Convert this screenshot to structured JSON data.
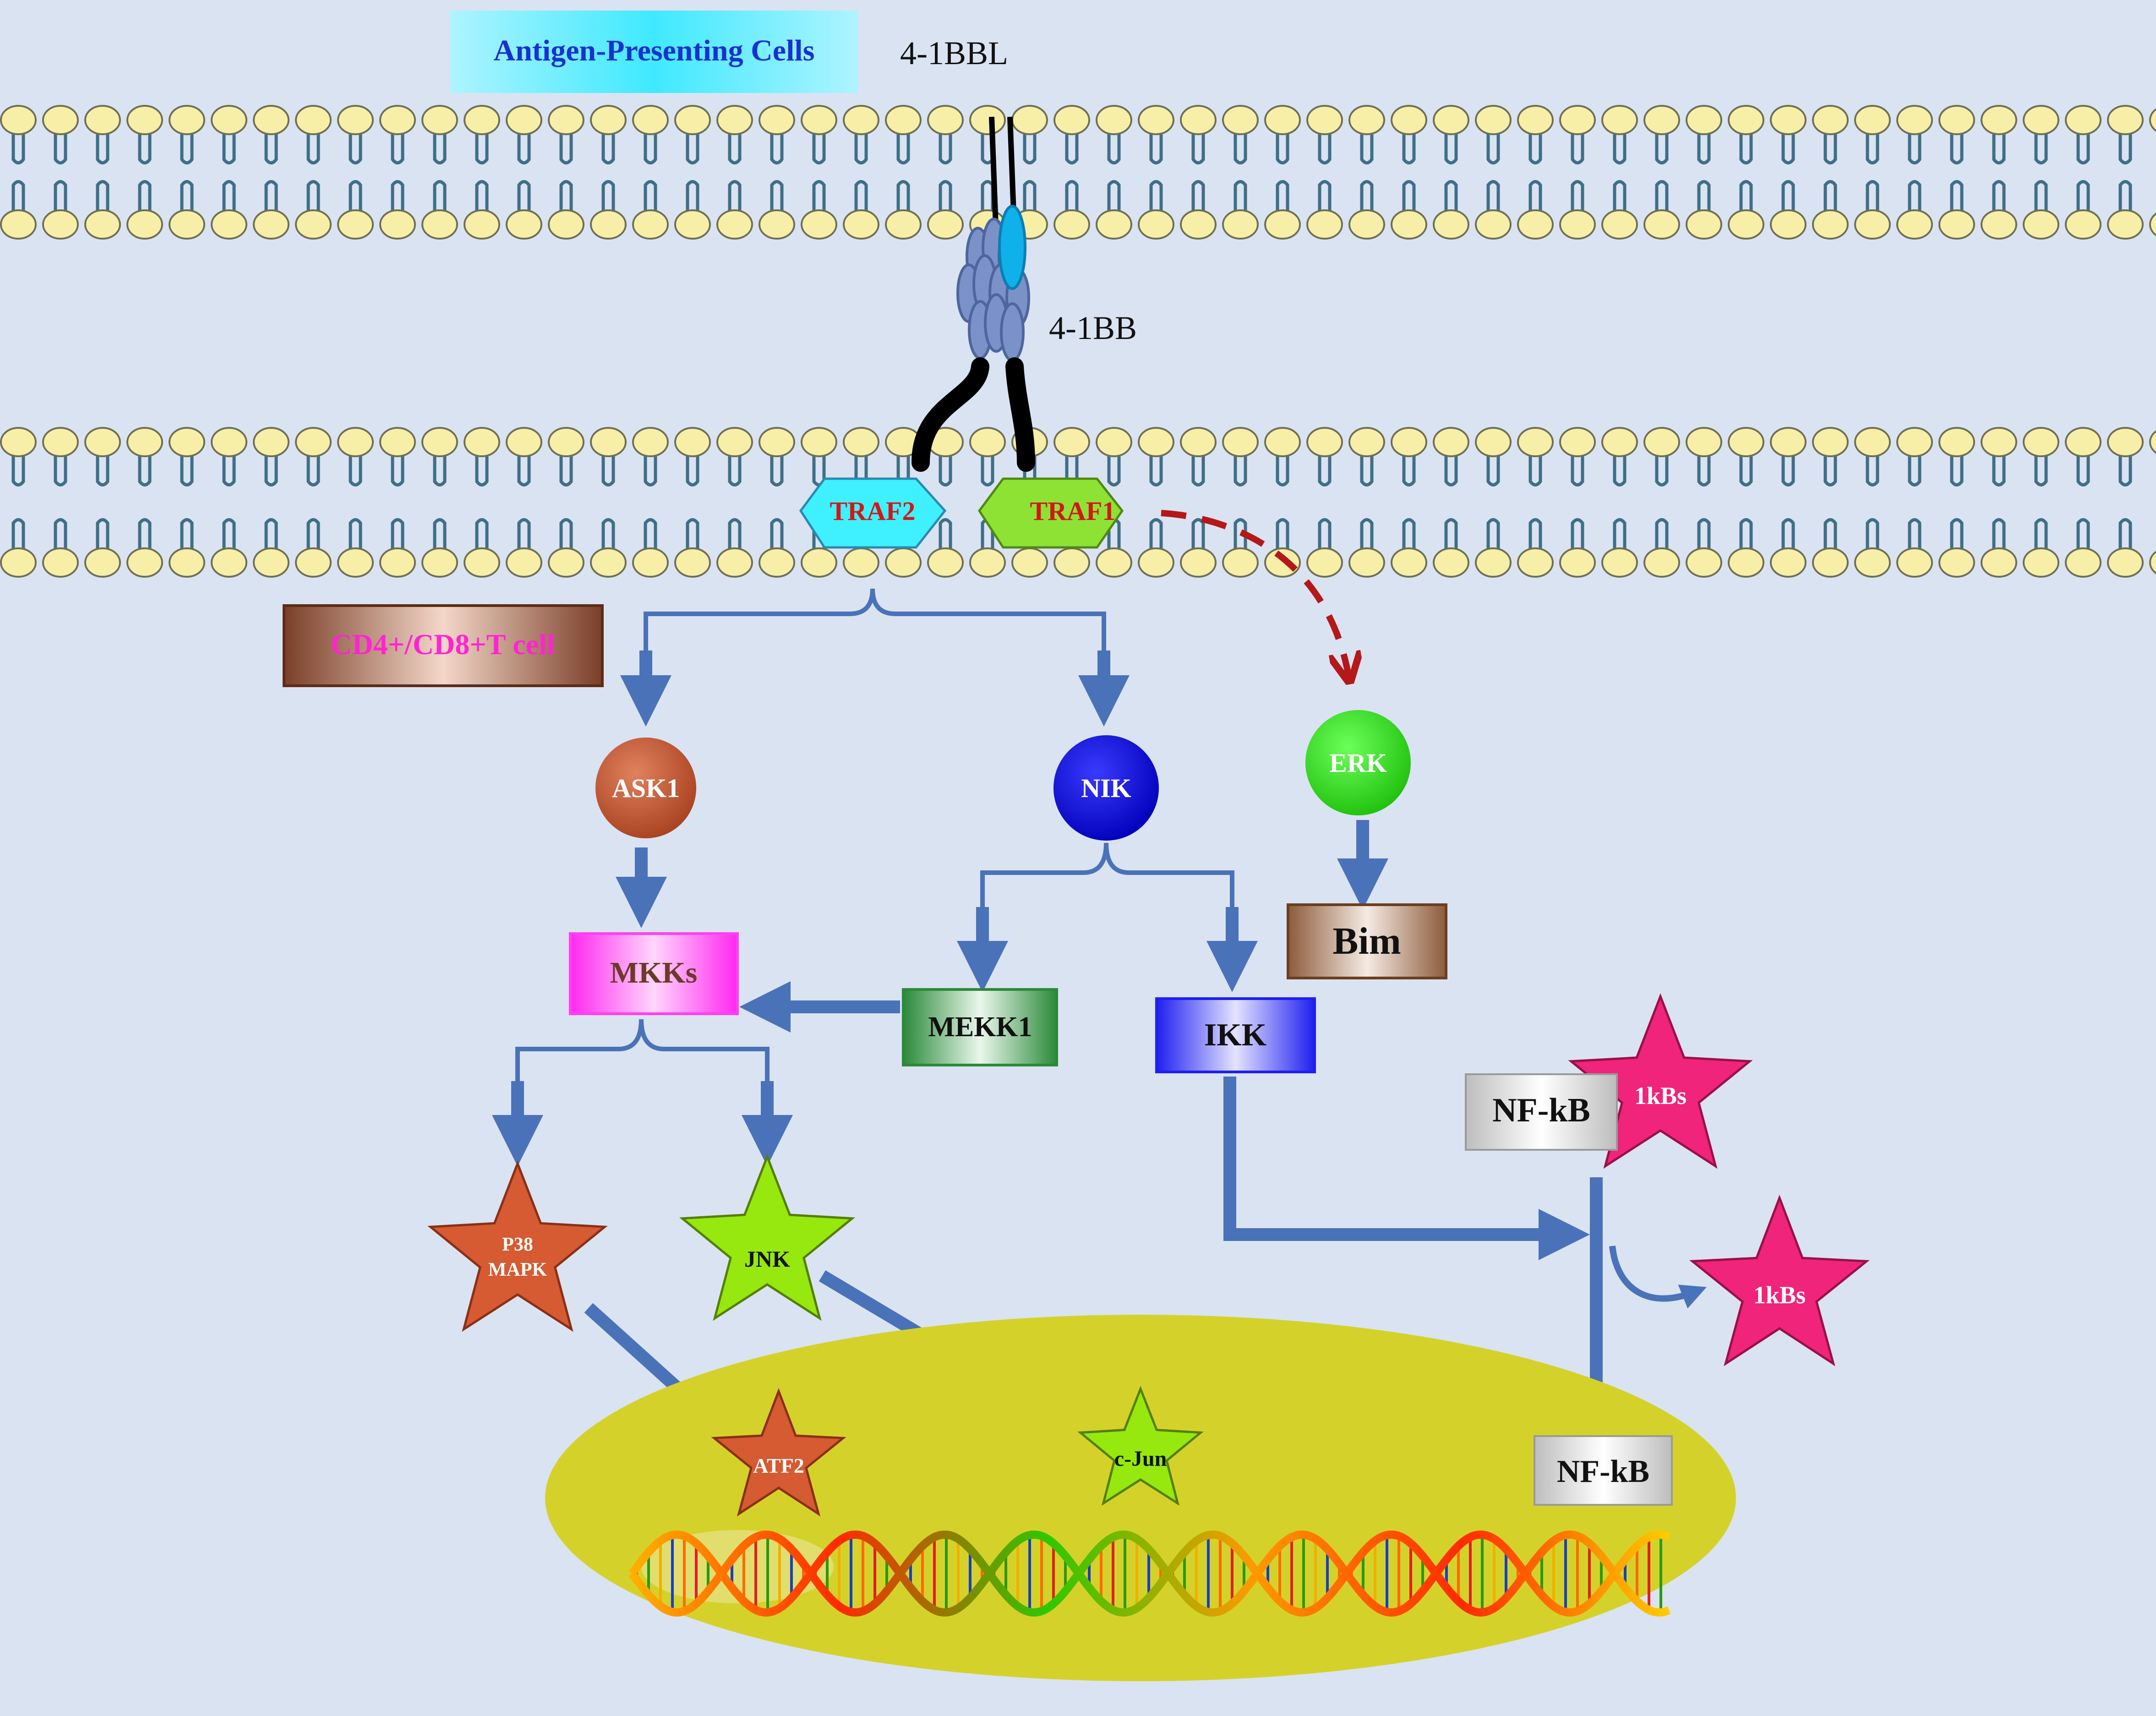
{
  "labels": {
    "apc": "Antigen-Presenting Cells",
    "ligand": "4-1BBL",
    "receptor": "4-1BB",
    "tcell": "CD4+/CD8+T cell"
  },
  "nodes": {
    "traf2": "TRAF2",
    "traf1": "TRAF1",
    "ask1": "ASK1",
    "nik": "NIK",
    "erk": "ERK",
    "mkks": "MKKs",
    "mekk1": "MEKK1",
    "ikk": "IKK",
    "bim": "Bim",
    "nfkb_cyto": "NF-kB",
    "ikbs_bound": "1kBs",
    "ikbs_free": "1kBs",
    "p38_line1": "P38",
    "p38_line2": "MAPK",
    "jnk": "JNK",
    "atf2": "ATF2",
    "cjun": "c-Jun",
    "nfkb_nuc": "NF-kB"
  },
  "colors": {
    "background": "#dae3f2",
    "arrow": "#4a72b8",
    "nucleus": "#d4d22a",
    "traf2": "#3ff0ff",
    "traf1": "#8ee234",
    "ask1": "#c0502f",
    "nik": "#0a0ad8",
    "erk": "#2fe01a",
    "mkks": "#ff3ff0",
    "mekk1": "#2d8a3d",
    "ikk": "#2c2cf0",
    "bim": "#9a6a46",
    "star_red": "#d65a32",
    "star_green": "#96e80e",
    "star_pink": "#f0247a"
  }
}
